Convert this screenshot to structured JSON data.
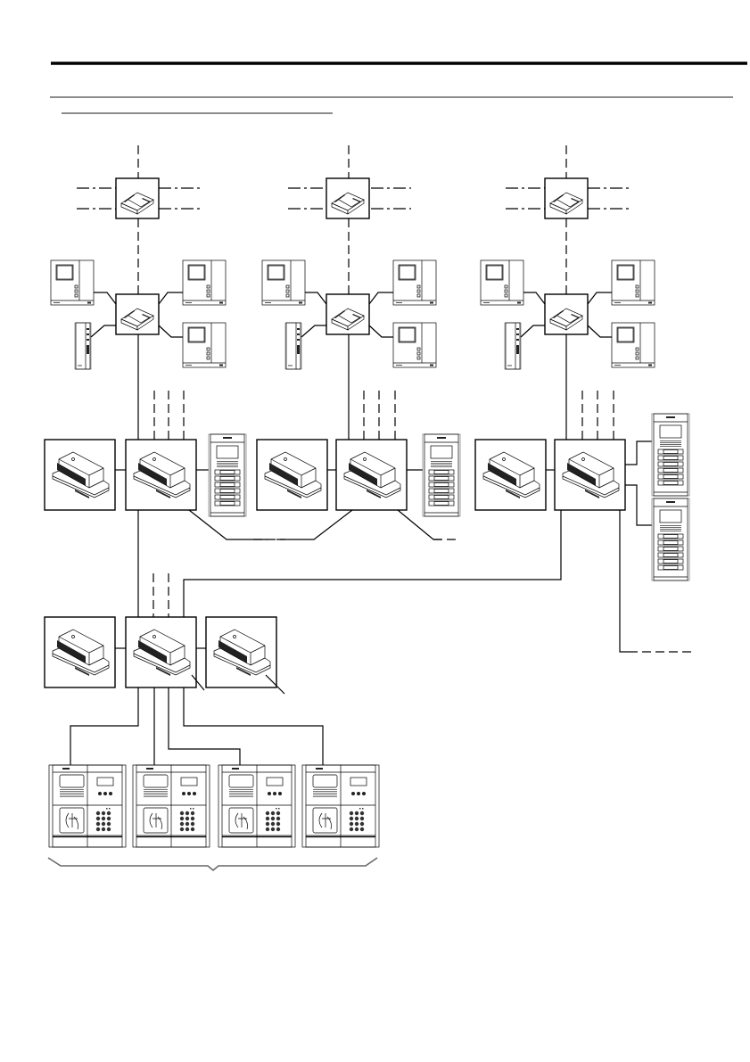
{
  "page": {
    "header_rule_color": "#000000",
    "section_rule_color": "#555555"
  },
  "diagram": {
    "type": "video-door-entry system wiring schematic",
    "columns": [
      {
        "id": "column-1",
        "floor_distributor": "distributor-module",
        "apartment_distributor": "distributor-module",
        "monitors": [
          "video-monitor",
          "video-monitor",
          "video-monitor"
        ],
        "handset": "audio-handset",
        "riser": {
          "power_supply": "power-supply-module",
          "controller": "controller-module",
          "panel": "entrance-panel-6-buttons"
        }
      },
      {
        "id": "column-2",
        "floor_distributor": "distributor-module",
        "apartment_distributor": "distributor-module",
        "monitors": [
          "video-monitor",
          "video-monitor",
          "video-monitor"
        ],
        "handset": "audio-handset",
        "riser": {
          "power_supply": "power-supply-module",
          "controller": "controller-module",
          "panel": "entrance-panel-6-buttons"
        }
      },
      {
        "id": "column-3",
        "floor_distributor": "distributor-module",
        "apartment_distributor": "distributor-module",
        "monitors": [
          "video-monitor",
          "video-monitor",
          "video-monitor"
        ],
        "handset": "audio-handset",
        "riser": {
          "power_supply": "power-supply-module",
          "controller": "controller-module",
          "panels": [
            "entrance-panel-6-buttons",
            "entrance-panel-6-buttons"
          ]
        }
      }
    ],
    "main_entrance": {
      "modules": [
        "power-supply-module",
        "controller-module",
        "power-supply-module"
      ],
      "panels": [
        "keypad-entrance-panel",
        "keypad-entrance-panel",
        "keypad-entrance-panel",
        "keypad-entrance-panel"
      ]
    }
  }
}
